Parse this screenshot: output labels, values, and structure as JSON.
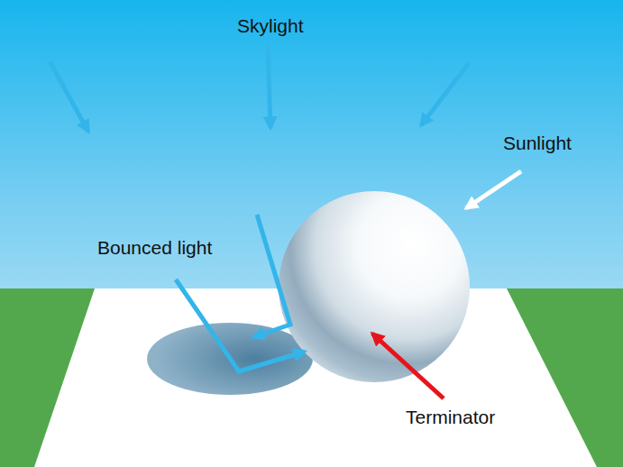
{
  "diagram": {
    "labels": [
      "Skylight",
      "Sunlight",
      "Bounced light",
      "Terminator"
    ]
  }
}
